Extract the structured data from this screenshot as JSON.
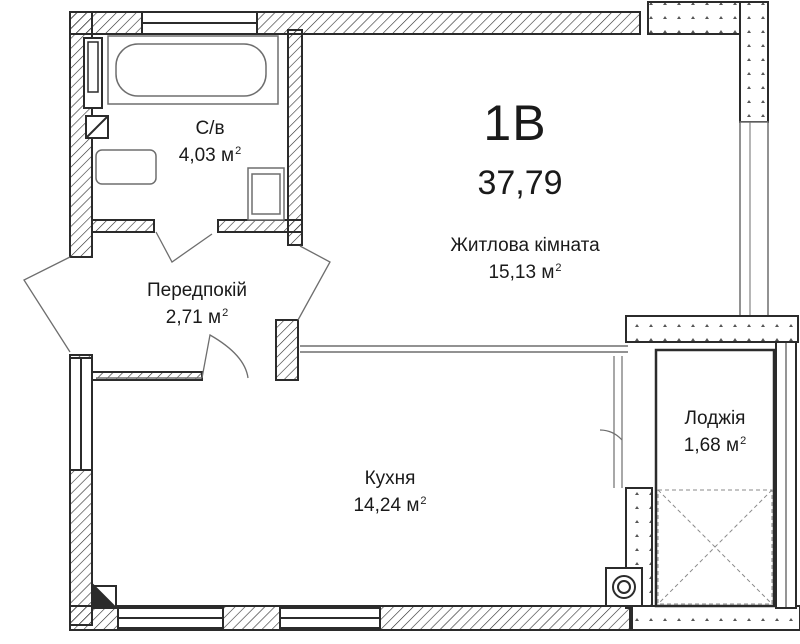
{
  "apartment": {
    "code": "1В",
    "total_area": "37,79"
  },
  "area_unit": "м",
  "area_exp": "2",
  "rooms": [
    {
      "id": "bathroom",
      "name": "С/в",
      "area": "4,03"
    },
    {
      "id": "hallway",
      "name": "Передпокій",
      "area": "2,71"
    },
    {
      "id": "living-room",
      "name": "Житлова кімната",
      "area": "15,13"
    },
    {
      "id": "kitchen",
      "name": "Кухня",
      "area": "14,24"
    },
    {
      "id": "loggia",
      "name": "Лоджія",
      "area": "1,68"
    }
  ],
  "colors": {
    "wall": "#2b2b2b",
    "wall_fill": "#ffffff",
    "line": "#6e6e6e"
  }
}
